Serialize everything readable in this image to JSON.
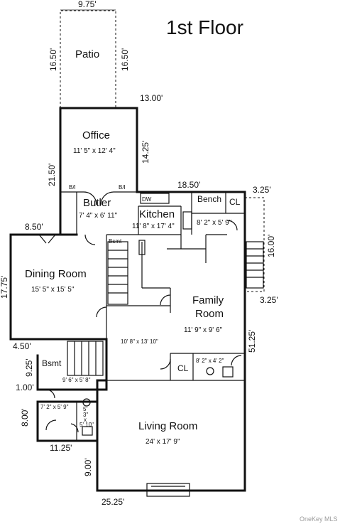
{
  "title": "1st Floor",
  "watermark": "OneKey MLS",
  "rooms": {
    "patio": "Patio",
    "office": {
      "name": "Office",
      "size": "11' 5\" x 12' 4\""
    },
    "butler": {
      "name": "Butler",
      "size": "7' 4\" x 6' 11\""
    },
    "kitchen": {
      "name": "Kitchen",
      "size": "11' 8\" x 17' 4\""
    },
    "bench": {
      "name": "Bench",
      "size": "8' 2\" x 5' 9\""
    },
    "cl_top": "CL",
    "dining": {
      "name": "Dining Room",
      "size": "15' 5\" x 15' 5\""
    },
    "family": {
      "name_line1": "Family",
      "name_line2": "Room",
      "size": "11' 9\" x 9' 6\""
    },
    "hall": {
      "size": "10' 8\" x 13' 10\""
    },
    "cl_mid": "CL",
    "bath_right": {
      "size": "8' 2\" x 4' 2\""
    },
    "bsmt_top": "Bsmt",
    "bsmt_left": {
      "name": "Bsmt",
      "size": "9' 6\" x 5' 8\""
    },
    "bath_left": {
      "size": "7' 2\" x 5' 9\""
    },
    "bath_small": {
      "line1": "5'",
      "line2": "3\"",
      "line3": "x",
      "line4": "5' 10\""
    },
    "living": {
      "name": "Living Room",
      "size": "24' x 17' 9\""
    }
  },
  "labels": {
    "bi_left": "B/I",
    "bi_right": "B/I",
    "dw": "DW"
  },
  "dimensions": {
    "patio_width": "9.75'",
    "patio_left": "16.50'",
    "patio_right": "16.50'",
    "office_top": "13.00'",
    "office_right": "14.25'",
    "office_left": "21.50'",
    "kitchen_top": "18.50'",
    "stoop_top": "3.25'",
    "stoop_side": "16.00'",
    "stoop_bottom": "3.25'",
    "dining_top": "8.50'",
    "dining_left": "17.75'",
    "right_wall": "51.25'",
    "step_a": "4.50'",
    "step_b": "9.25'",
    "step_c": "1.00'",
    "bath_left": "8.00'",
    "bath_bottom": "11.25'",
    "living_left": "9.00'",
    "living_bottom": "25.25'"
  }
}
